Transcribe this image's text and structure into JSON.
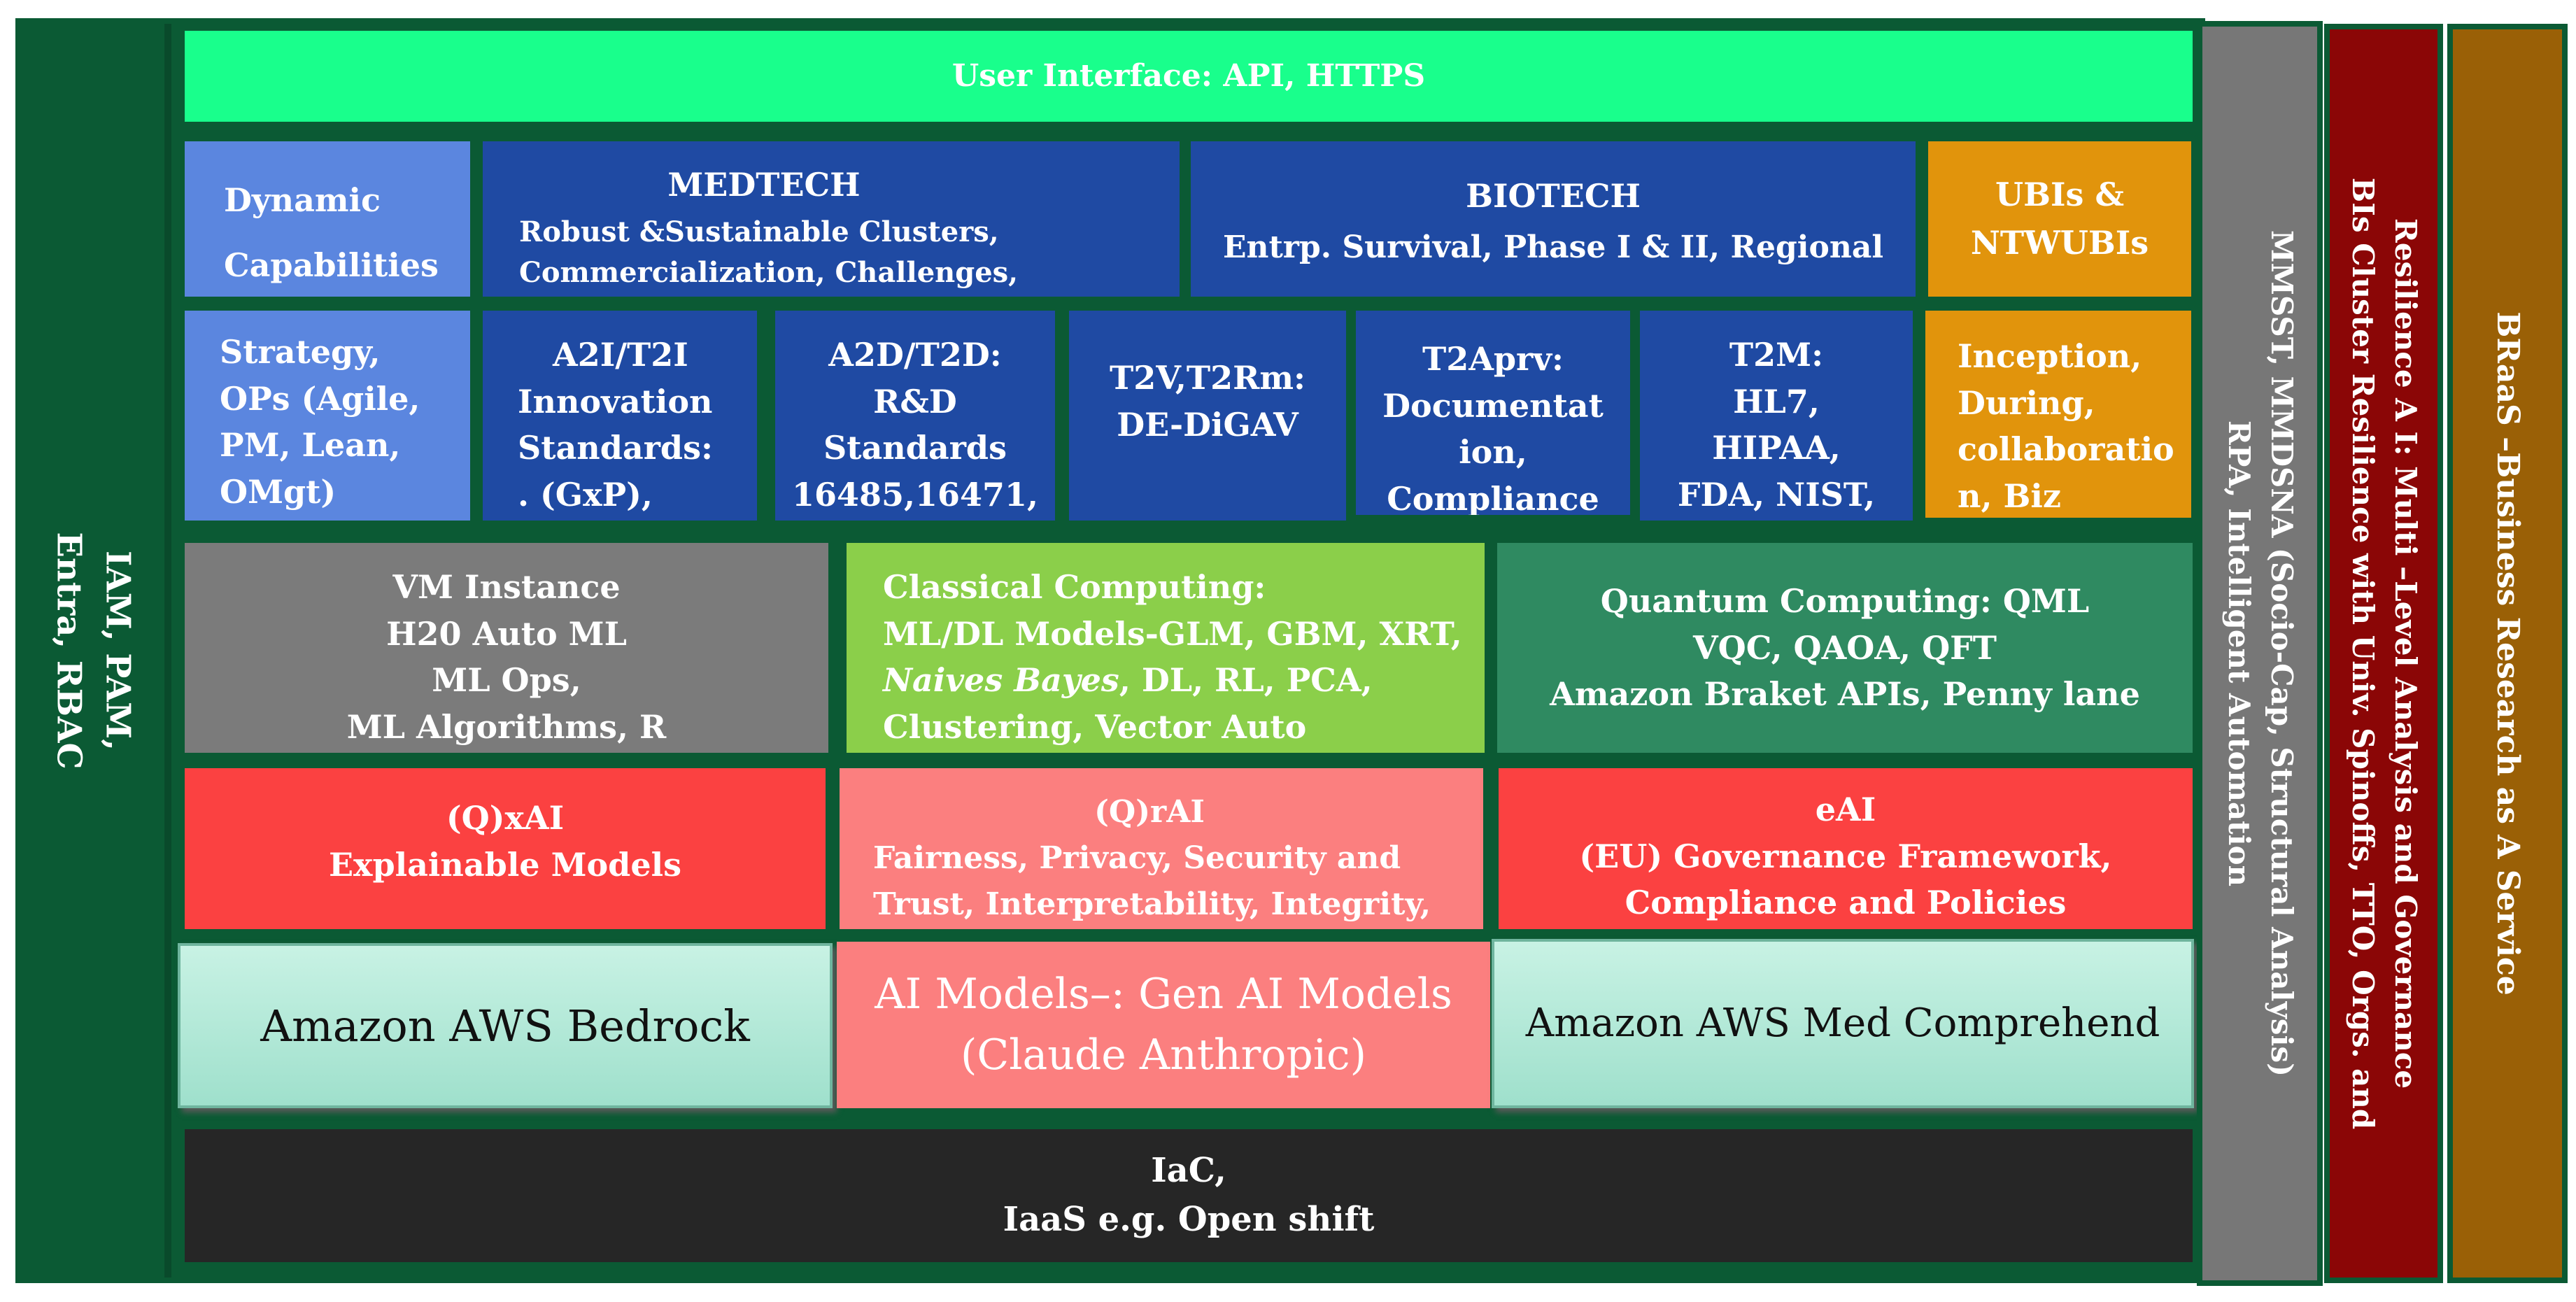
{
  "colors": {
    "frame_green": "#0b5a34",
    "ui_green": "#19ff8c",
    "light_blue": "#5b86df",
    "dark_blue": "#1f4aa3",
    "orange": "#e1940c",
    "grey": "#7b7b7b",
    "lime": "#8bcf4a",
    "teal": "#2f8a61",
    "red": "#fb4141",
    "salmon": "#fb7f7f",
    "mint": "#a9e6d3",
    "black": "#262626",
    "side_grey": "#777777",
    "maroon": "#8b0606",
    "brown": "#9a6006"
  },
  "left_bar": {
    "lines": [
      "IAM, PAM,",
      "Entra, RBAC"
    ]
  },
  "user_interface": "User Interface: API, HTTPS",
  "row1": {
    "dynamic": [
      "Dynamic",
      "Capabilities"
    ],
    "medtech": {
      "title": "MEDTECH",
      "lines": [
        "Robust &Sustainable Clusters,",
        "Commercialization, Challenges,"
      ]
    },
    "biotech": {
      "title": "BIOTECH",
      "lines": [
        "Entrp. Survival, Phase I & II, Regional"
      ]
    },
    "ubis": [
      "UBIs &",
      "NTWUBIs"
    ]
  },
  "row2": {
    "strategy": [
      "Strategy,",
      "OPs (Agile,",
      "PM, Lean,",
      "OMgt)"
    ],
    "a2i": [
      "A2I/T2I",
      "Innovation",
      "Standards:",
      ". (GxP),"
    ],
    "a2d": [
      "A2D/T2D:",
      "R&D",
      "Standards",
      "16485,16471,"
    ],
    "t2v": [
      "T2V,T2Rm:",
      "DE-DiGAV"
    ],
    "t2aprv": [
      "T2Aprv:",
      "Documentat",
      "ion,",
      "Compliance"
    ],
    "t2m": [
      "T2M:",
      "HL7,",
      "HIPAA,",
      "FDA, NIST,"
    ],
    "inception": [
      "Inception,",
      "During,",
      "collaboratio",
      "n, Biz"
    ]
  },
  "row3": {
    "vm": [
      "VM Instance",
      "H20 Auto ML",
      "ML Ops,",
      "ML Algorithms, R"
    ],
    "classical": [
      "Classical Computing:",
      "ML/DL Models-GLM, GBM, XRT,",
      "Naives Bayes",
      ", DL, RL, PCA,",
      "Clustering, Vector Auto"
    ],
    "quantum": [
      "Quantum Computing: QML",
      "VQC, QAOA, QFT",
      "Amazon Braket APIs, Penny lane"
    ]
  },
  "row4": {
    "qxai": [
      "(Q)xAI",
      "Explainable Models"
    ],
    "qrai": [
      "(Q)rAI",
      "Fairness, Privacy, Security and",
      "Trust, Interpretability, Integrity,"
    ],
    "eai": [
      "eAI",
      "(EU) Governance Framework,",
      "Compliance and Policies"
    ]
  },
  "row5": {
    "bedrock": "Amazon AWS Bedrock",
    "genai": [
      "AI Models–: Gen AI Models",
      "(Claude Anthropic)"
    ],
    "comprehend": "Amazon AWS Med Comprehend"
  },
  "bottom": [
    "IaC,",
    "IaaS e.g.  Open shift"
  ],
  "side1": [
    "MMSST, MMDSNA (Socio-Cap, Structural Analysis)",
    "RPA, Intelligent Automation"
  ],
  "side2": [
    "Resilience A I: Multi –Level Analysis and Governance",
    "BIs Cluster Resilience with Univ. Spinoffs, TTO, Orgs. and"
  ],
  "side3": [
    "BRaaS –Business Research as A Service"
  ]
}
